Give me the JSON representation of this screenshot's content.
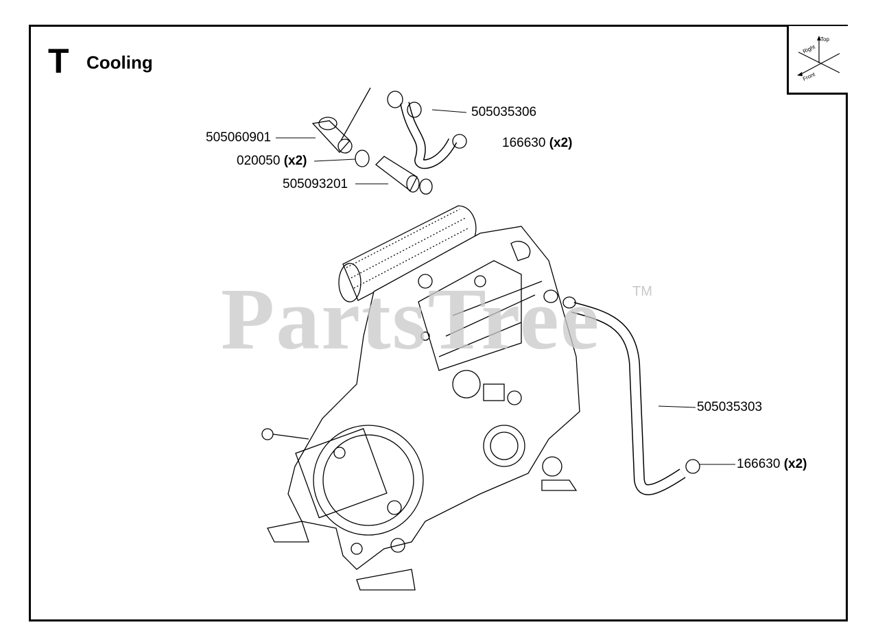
{
  "page": {
    "section_letter": "T",
    "section_title": "Cooling"
  },
  "orientation": {
    "top_label": "Top",
    "right_label": "Right",
    "front_label": "Front"
  },
  "callouts": [
    {
      "part": "505035306",
      "qty": ""
    },
    {
      "part": "505060901",
      "qty": ""
    },
    {
      "part": "166630",
      "qty": "(x2)"
    },
    {
      "part": "020050",
      "qty": "(x2)"
    },
    {
      "part": "505093201",
      "qty": ""
    },
    {
      "part": "505035303",
      "qty": ""
    },
    {
      "part": "166630",
      "qty": "(x2)"
    }
  ],
  "watermark": {
    "text": "PartsTree",
    "trademark": "TM"
  }
}
